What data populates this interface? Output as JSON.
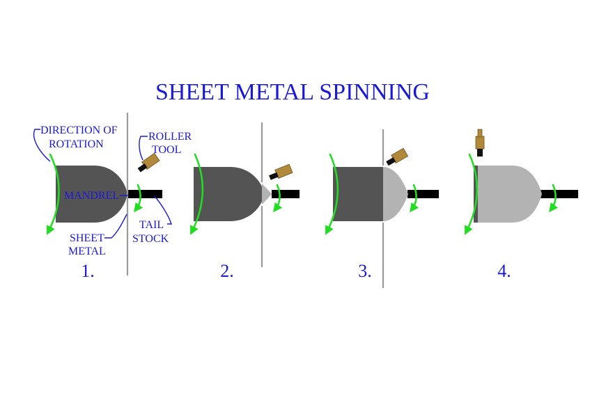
{
  "title": "SHEET METAL SPINNING",
  "labels": {
    "direction_line1": "DIRECTION OF",
    "direction_line2": "ROTATION",
    "roller_line1": "ROLLER",
    "roller_line2": "TOOL",
    "mandrel": "MANDREL",
    "sheet_line1": "SHEET",
    "sheet_line2": "METAL",
    "tail_line1": "TAIL",
    "tail_line2": "STOCK"
  },
  "steps": [
    "1.",
    "2.",
    "3.",
    "4."
  ],
  "colors": {
    "text": "#1a1ad6",
    "rotation_arrow": "#22dd22",
    "mandrel": "#545454",
    "formed_metal": "#b3b3b3",
    "sheet": "#9a9a9a",
    "roller_tool": "#b08a3a"
  }
}
